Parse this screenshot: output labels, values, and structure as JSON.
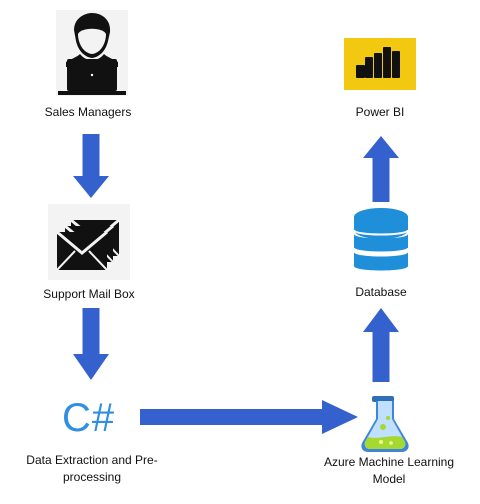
{
  "colors": {
    "arrow": "#3561cf",
    "arrow_edge": "#27479d",
    "icon_dark": "#111111",
    "powerbi_bg": "#f2c811",
    "database": "#1e8fd8",
    "csharp": "#2f8fe0",
    "flask_glass": "#3f86d8",
    "flask_liquid": "#a6d832"
  },
  "nodes": {
    "sales_managers": {
      "label": "Sales Managers",
      "icon": "person-laptop-icon"
    },
    "support_mail_box": {
      "label": "Support Mail Box",
      "icon": "mail-stack-icon"
    },
    "data_extraction": {
      "label": "Data Extraction and Pre-processing",
      "icon_text": "C#"
    },
    "azure_ml": {
      "label": "Azure Machine Learning Model",
      "icon": "flask-icon"
    },
    "database": {
      "label": "Database",
      "icon": "database-icon"
    },
    "power_bi": {
      "label": "Power BI",
      "icon": "power-bi-icon"
    }
  }
}
